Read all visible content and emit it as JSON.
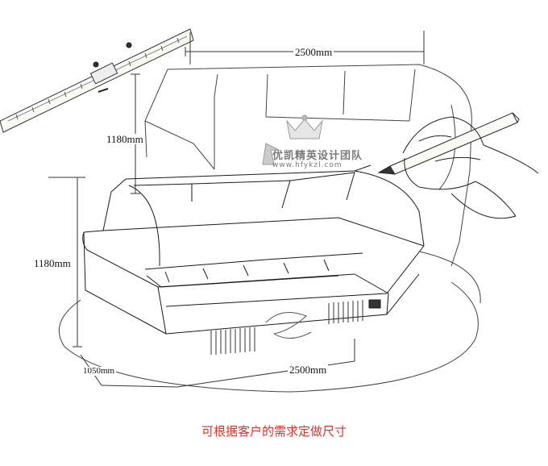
{
  "dimensions": {
    "width_top": "2500mm",
    "height_back": "1180mm",
    "height_front": "1180mm",
    "depth": "1050mm",
    "width_bottom": "2500mm"
  },
  "watermark": {
    "text": "优凯精英设计团队",
    "url": "www.hfykzl.com",
    "logo_icon": "crown-emblem-icon"
  },
  "caption": "可根据客户的需求定做尺寸",
  "colors": {
    "caption": "#e0302a",
    "line": "#1a1a1a",
    "watermark": "#7a7a7a"
  }
}
